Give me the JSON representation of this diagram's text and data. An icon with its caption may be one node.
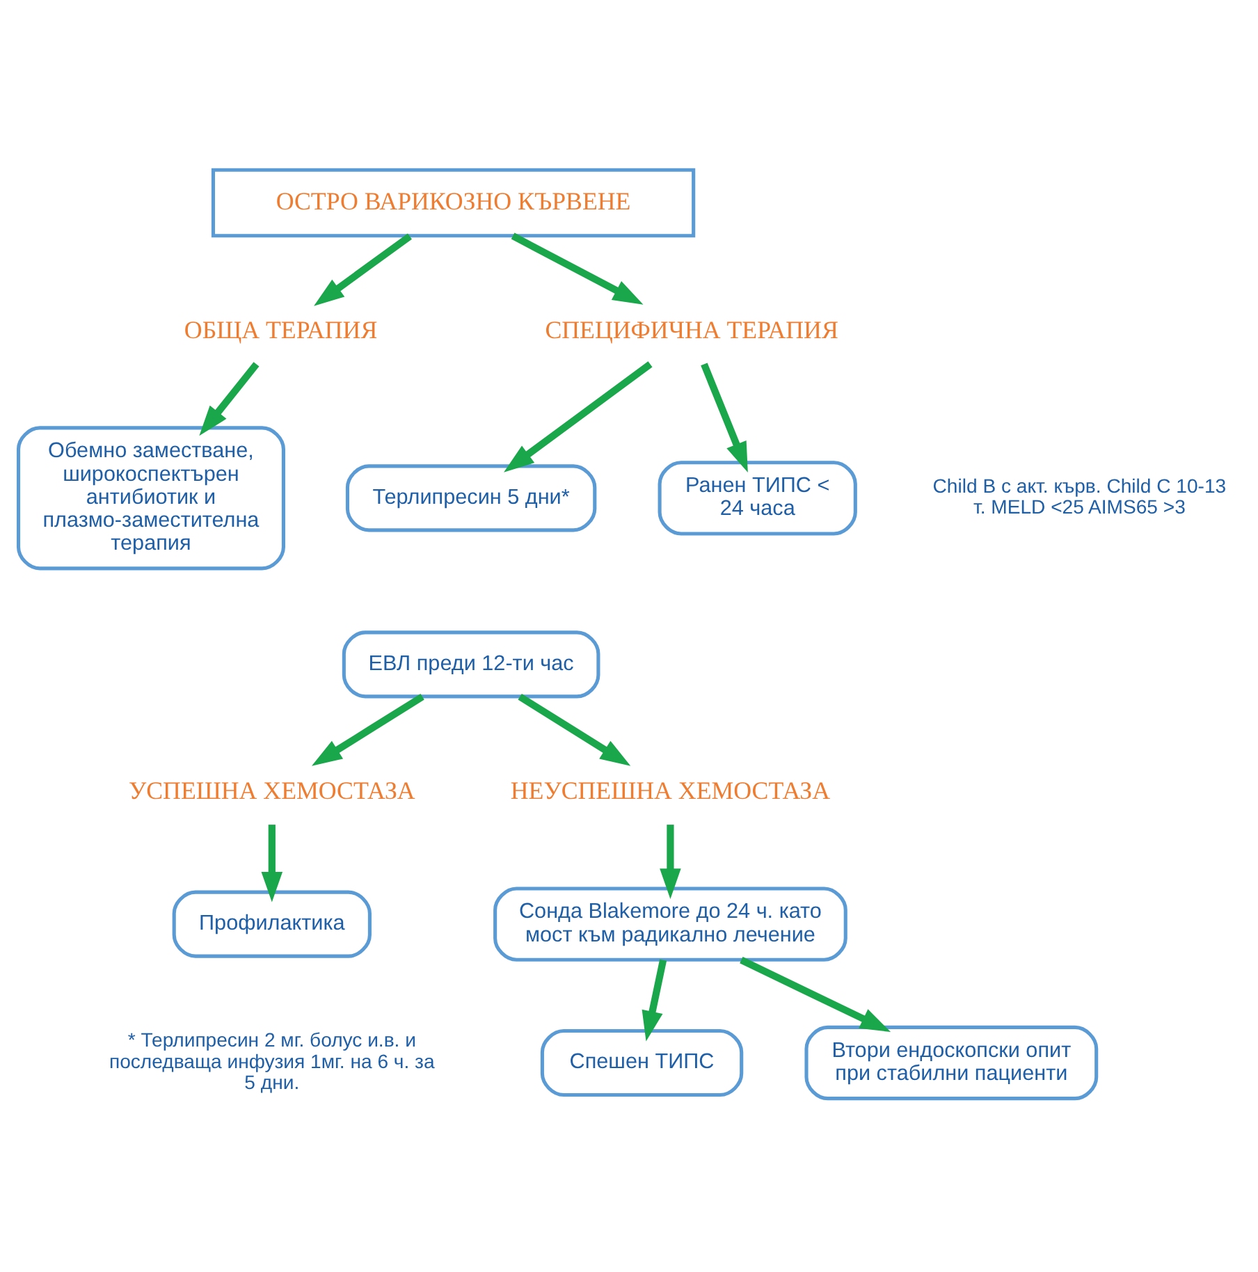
{
  "diagram": {
    "nodes": [
      {
        "text": [
          "ОСТРО ВАРИКОЗНО КЪРВЕНЕ"
        ]
      },
      {
        "text": [
          "ОБЩА ТЕРАПИЯ"
        ]
      },
      {
        "text": [
          "СПЕЦИФИЧНА ТЕРАПИЯ"
        ]
      },
      {
        "text": [
          "Обемно заместване, широкоспектърен антибиотик и плазмо-заместителна терапия"
        ]
      },
      {
        "text": [
          "Терлипресин 5 дни*"
        ]
      },
      {
        "text": [
          "ЕВЛ преди 12-ти час"
        ]
      },
      {
        "text": [
          "Ранен ТИПС < 24 часа"
        ]
      },
      {
        "text": [
          "УСПЕШНА ХЕМОСТАЗА"
        ]
      },
      {
        "text": [
          "НЕУСПЕШНА ХЕМОСТАЗА"
        ]
      },
      {
        "text": [
          "Профилактика"
        ]
      },
      {
        "text": [
          "Сонда Blakemore до 24 ч. като мост към радикално лечение"
        ]
      },
      {
        "text": [
          "Спешен ТИПС"
        ]
      },
      {
        "text": [
          "Втори ендоскопски опит при стабилни пациенти"
        ]
      }
    ],
    "edges": [
      {
        "from": 0,
        "to": 1,
        "arrow": "to"
      },
      {
        "from": 0,
        "to": 2,
        "arrow": "to"
      },
      {
        "from": 1,
        "to": 3,
        "arrow": "to"
      },
      {
        "from": 2,
        "to": 4,
        "arrow": "to"
      },
      {
        "from": 2,
        "to": 6,
        "arrow": "to"
      },
      {
        "from": 5,
        "to": 7,
        "arrow": "to"
      },
      {
        "from": 5,
        "to": 8,
        "arrow": "to"
      },
      {
        "from": 7,
        "to": 9,
        "arrow": "to"
      },
      {
        "from": 8,
        "to": 10,
        "arrow": "to"
      },
      {
        "from": 10,
        "to": 11,
        "arrow": "to"
      },
      {
        "from": 10,
        "to": 12,
        "arrow": "to"
      }
    ],
    "labels": [
      "Child B с акт. кърв. Child C 10-13 т. MELD <25 AIMS65 >3",
      "* Терлипресин 2 мг. болус и.в. и последваща инфузия 1мг. на 6 ч. за 5 дни."
    ]
  }
}
